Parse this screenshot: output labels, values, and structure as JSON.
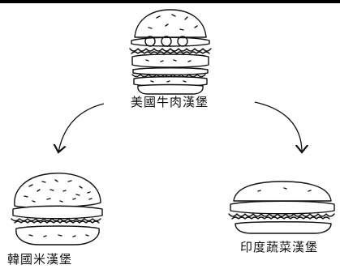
{
  "labels": {
    "top": "美國牛肉漢堡",
    "left": "韓國米漢堡",
    "right": "印度蔬菜漢堡"
  },
  "icons": {
    "top": "beef-burger-illustration",
    "left": "rice-burger-illustration",
    "right": "veggie-burger-illustration",
    "arrows": "curved-arrow"
  },
  "colors": {
    "ink": "#111111",
    "background": "#ffffff"
  }
}
